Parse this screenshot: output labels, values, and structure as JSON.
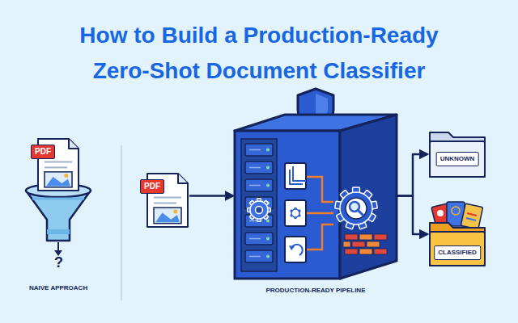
{
  "diagram": {
    "title": "How to Build a Production-Ready Zero-Shot Document Classifier",
    "nodes": [
      {
        "text": [
          "PDF"
        ]
      },
      {
        "text": [
          "PDF"
        ]
      },
      {
        "text": [
          "PRODUCTION-READY PIPELINE"
        ]
      },
      {
        "text": [
          "UNKNOWN"
        ]
      },
      {
        "text": [
          "CLASSIFIED"
        ]
      }
    ],
    "edges": [
      {
        "from": 1,
        "to": 2,
        "arrow": "to"
      },
      {
        "from": 2,
        "to": 3,
        "arrow": "to"
      },
      {
        "from": 2,
        "to": 4,
        "arrow": "to"
      }
    ],
    "labels": [
      "?",
      "NAIVE APPROACH"
    ]
  }
}
